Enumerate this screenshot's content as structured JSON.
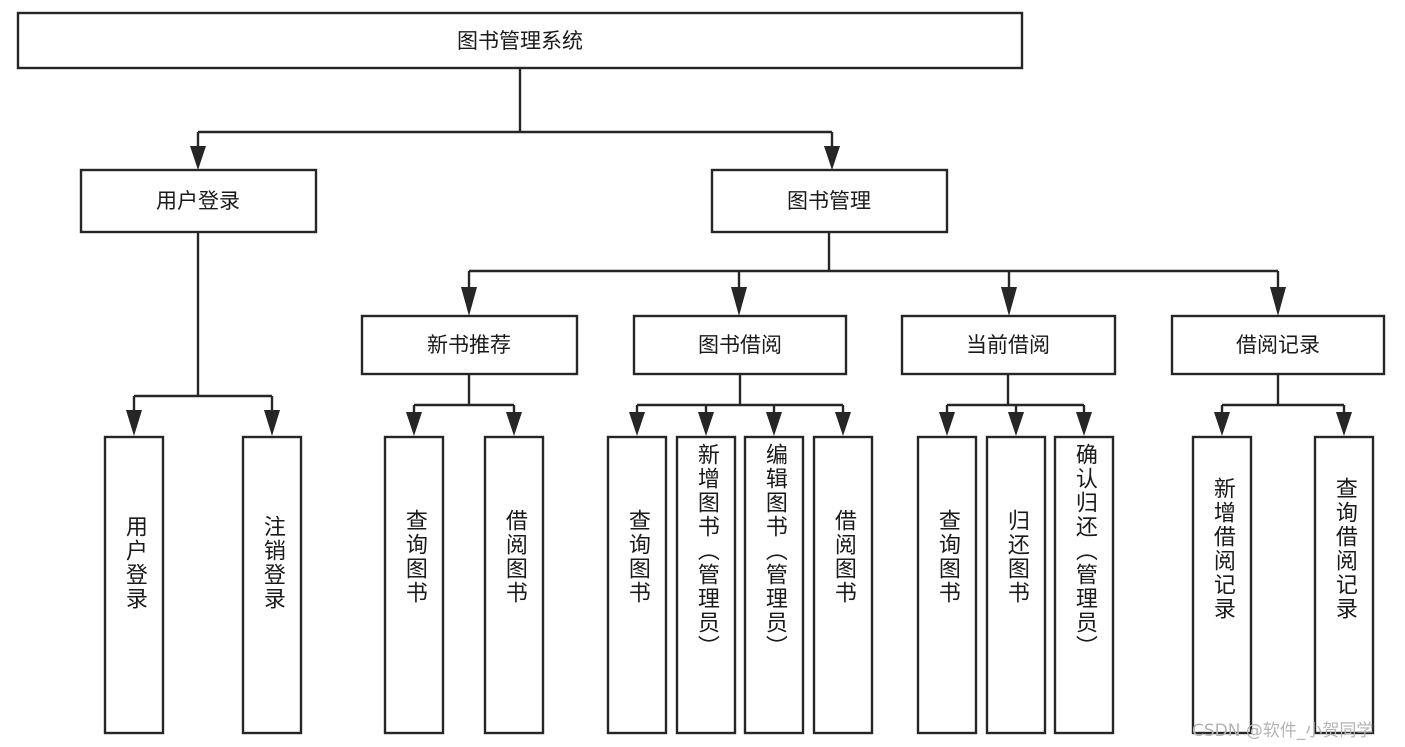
{
  "diagram": {
    "type": "tree",
    "title": "图书管理系统",
    "watermark": "CSDN @软件_小贺同学",
    "colors": {
      "background": "#ffffff",
      "stroke": "#262626",
      "text": "#1a1a1a",
      "watermark": "#b4b4b4"
    },
    "levels": {
      "root": {
        "label": "图书管理系统"
      },
      "level2": [
        {
          "id": "user-login",
          "label": "用户登录"
        },
        {
          "id": "book-manage",
          "label": "图书管理"
        }
      ],
      "level3": [
        {
          "id": "new-book-recommend",
          "label": "新书推荐"
        },
        {
          "id": "book-borrow",
          "label": "图书借阅"
        },
        {
          "id": "current-borrow",
          "label": "当前借阅"
        },
        {
          "id": "borrow-record",
          "label": "借阅记录"
        }
      ],
      "leaves": {
        "user-login": [
          {
            "id": "leaf-user-login",
            "label": "用户登录"
          },
          {
            "id": "leaf-logout-login",
            "label": "注销登录"
          }
        ],
        "new-book-recommend": [
          {
            "id": "leaf-query-book-1",
            "label": "查询图书"
          },
          {
            "id": "leaf-borrow-book-1",
            "label": "借阅图书"
          }
        ],
        "book-borrow": [
          {
            "id": "leaf-query-book-2",
            "label": "查询图书"
          },
          {
            "id": "leaf-add-book",
            "label": "新增图书（管理员）"
          },
          {
            "id": "leaf-edit-book",
            "label": "编辑图书（管理员）"
          },
          {
            "id": "leaf-borrow-book-2",
            "label": "借阅图书"
          }
        ],
        "current-borrow": [
          {
            "id": "leaf-query-book-3",
            "label": "查询图书"
          },
          {
            "id": "leaf-return-book",
            "label": "归还图书"
          },
          {
            "id": "leaf-confirm-return",
            "label": "确认归还（管理员）"
          }
        ],
        "borrow-record": [
          {
            "id": "leaf-add-record",
            "label": "新增借阅记录"
          },
          {
            "id": "leaf-query-record",
            "label": "查询借阅记录"
          }
        ]
      }
    }
  }
}
